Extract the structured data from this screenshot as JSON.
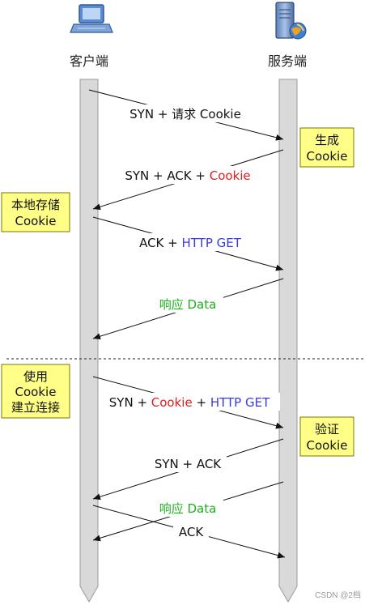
{
  "participants": {
    "client": {
      "label": "客户端",
      "icon": "laptop-icon"
    },
    "server": {
      "label": "服务端",
      "icon": "server-icon"
    }
  },
  "colors": {
    "lifeline": "#d9d9d9",
    "note_fill": "#ffff88",
    "note_border": "#7a7a00",
    "cookie_red": "#e02020",
    "http_blue": "#3a3ae0",
    "data_green": "#1fb01f"
  },
  "messages": [
    {
      "id": "syn-request-cookie",
      "direction": "client-to-server",
      "parts": [
        {
          "text": "SYN + 请求 Cookie",
          "color": "black"
        }
      ]
    },
    {
      "id": "syn-ack-cookie",
      "direction": "server-to-client",
      "parts": [
        {
          "text": "SYN + ACK + ",
          "color": "black"
        },
        {
          "text": "Cookie",
          "color": "red"
        }
      ]
    },
    {
      "id": "ack-http-get",
      "direction": "client-to-server",
      "parts": [
        {
          "text": "ACK + ",
          "color": "black"
        },
        {
          "text": "HTTP GET",
          "color": "blue"
        }
      ]
    },
    {
      "id": "response-data",
      "direction": "server-to-client",
      "parts": [
        {
          "text": "响应 Data",
          "color": "green"
        }
      ]
    },
    {
      "id": "syn-cookie-http-get",
      "direction": "client-to-server",
      "parts": [
        {
          "text": "SYN + ",
          "color": "black"
        },
        {
          "text": "Cookie",
          "color": "red"
        },
        {
          "text": " + ",
          "color": "black"
        },
        {
          "text": "HTTP GET",
          "color": "blue"
        }
      ]
    },
    {
      "id": "syn-ack",
      "direction": "server-to-client",
      "parts": [
        {
          "text": "SYN + ACK",
          "color": "black"
        }
      ]
    },
    {
      "id": "response-data-2",
      "direction": "server-to-client",
      "parts": [
        {
          "text": "响应 Data",
          "color": "green"
        }
      ]
    },
    {
      "id": "ack",
      "direction": "client-to-server",
      "parts": [
        {
          "text": "ACK",
          "color": "black"
        }
      ]
    }
  ],
  "notes": [
    {
      "id": "generate-cookie",
      "side": "server",
      "lines": [
        "生成",
        "Cookie"
      ]
    },
    {
      "id": "store-cookie",
      "side": "client",
      "lines": [
        "本地存储",
        "Cookie"
      ]
    },
    {
      "id": "use-cookie",
      "side": "client",
      "lines": [
        "使用",
        "Cookie",
        "建立连接"
      ]
    },
    {
      "id": "verify-cookie",
      "side": "server",
      "lines": [
        "验证",
        "Cookie"
      ]
    }
  ],
  "watermark": "CSDN @2档"
}
